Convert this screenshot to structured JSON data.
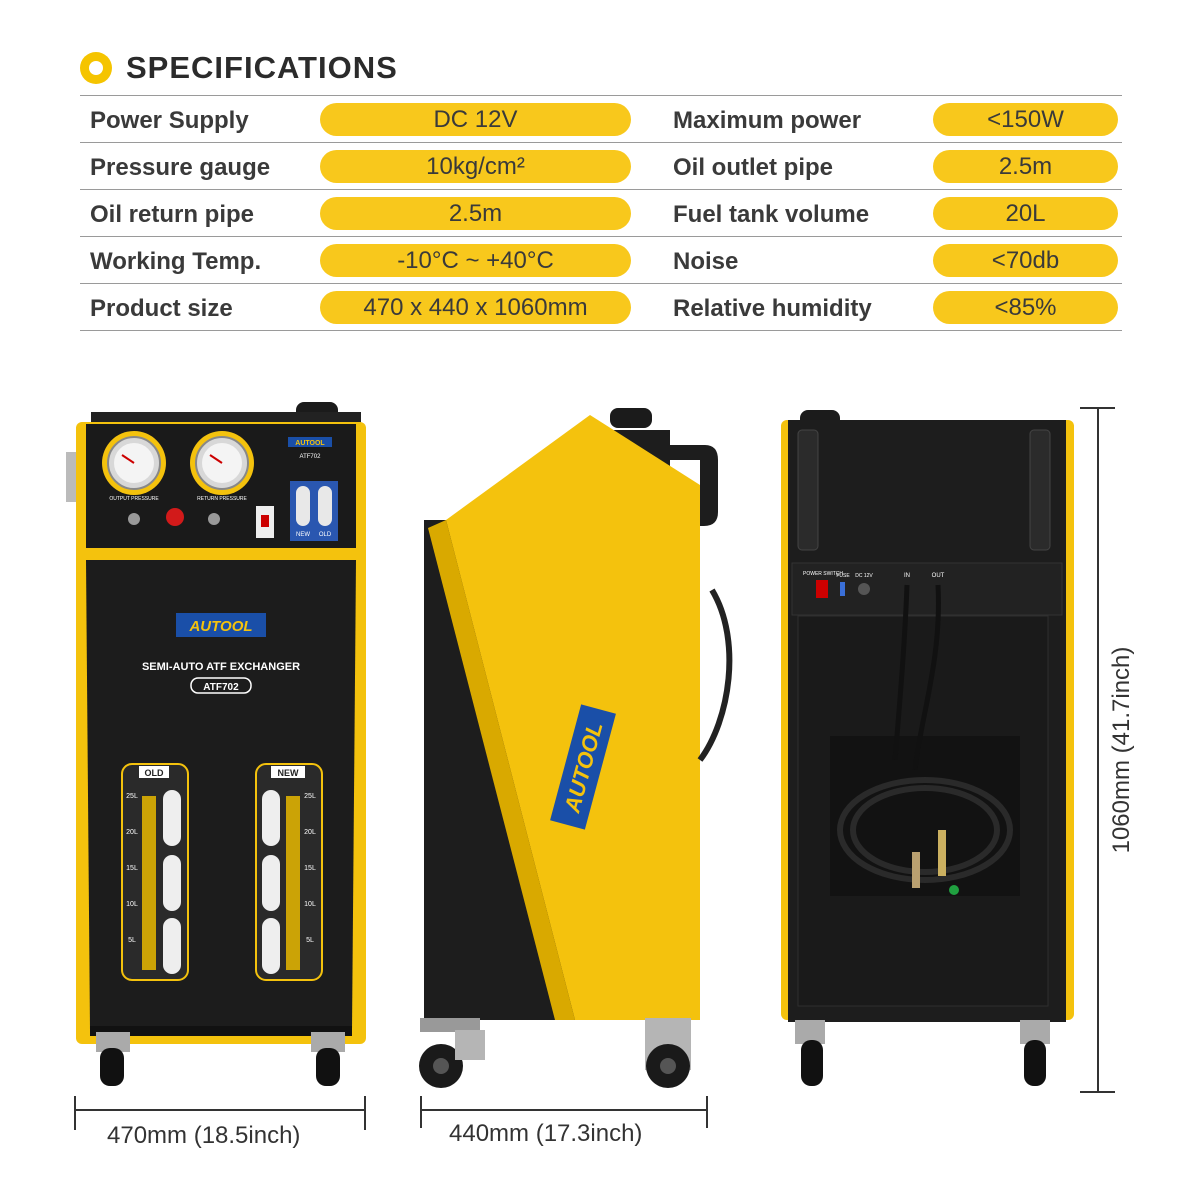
{
  "header": {
    "title": "SPECIFICATIONS"
  },
  "specs": [
    {
      "label_left": "Power Supply",
      "value_left": "DC 12V",
      "label_right": "Maximum power",
      "value_right": "<150W"
    },
    {
      "label_left": "Pressure gauge",
      "value_left": "10kg/cm²",
      "label_right": "Oil outlet pipe",
      "value_right": "2.5m"
    },
    {
      "label_left": "Oil return pipe",
      "value_left": "2.5m",
      "label_right": "Fuel tank volume",
      "value_right": "20L"
    },
    {
      "label_left": "Working Temp.",
      "value_left": "-10°C ~ +40°C",
      "label_right": "Noise",
      "value_right": "<70db"
    },
    {
      "label_left": "Product size",
      "value_left": "470 x 440 x 1060mm",
      "label_right": "Relative humidity",
      "value_right": "<85%"
    }
  ],
  "product": {
    "brand": "AUTOOL",
    "name": "SEMI-AUTO ATF EXCHANGER",
    "model": "ATF702",
    "gauges": {
      "left": "OUTPUT PRESSURE",
      "right": "RETURN PRESSURE"
    },
    "tank_labels": {
      "old": "OLD",
      "new": "NEW"
    },
    "scale": [
      "25L",
      "20L",
      "15L",
      "10L",
      "5L"
    ],
    "panel_small": {
      "new": "NEW",
      "old": "OLD"
    },
    "rear_panel": {
      "power": "POWER SWITCH",
      "fuse": "FUSE",
      "dc": "DC 12V",
      "in": "IN",
      "out": "OUT"
    }
  },
  "dimensions": {
    "width": "470mm (18.5inch)",
    "depth": "440mm (17.3inch)",
    "height": "1060mm (41.7inch)"
  },
  "colors": {
    "accent": "#f8c81c",
    "body": "#1f1f1f",
    "text": "#333333"
  }
}
